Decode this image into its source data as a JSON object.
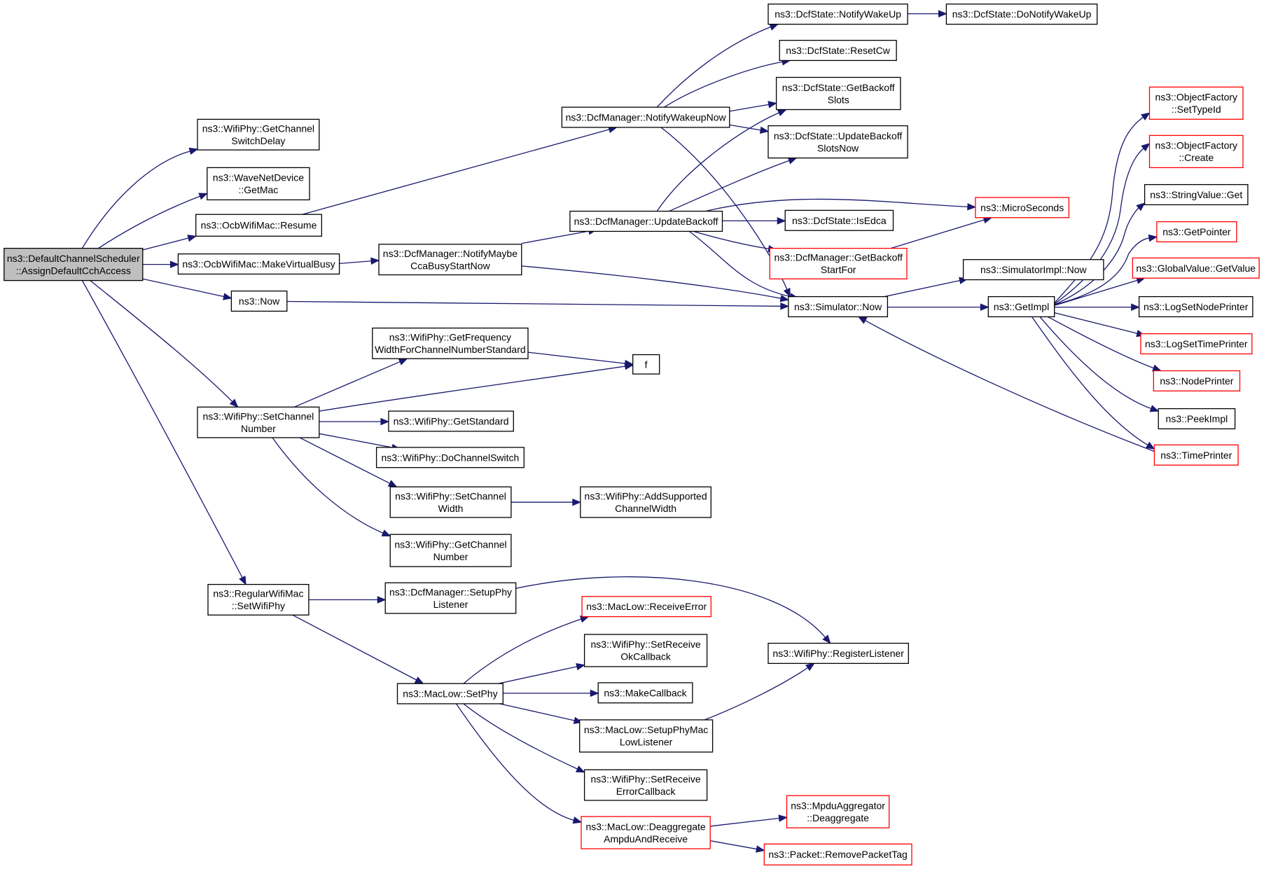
{
  "colors": {
    "edge": "#191970",
    "node_border": "#000000",
    "node_border_highlight": "#ff0000",
    "root_fill": "#bfbfbf",
    "background": "#ffffff"
  },
  "nodes": [
    {
      "id": "root",
      "lines": [
        "ns3::DefaultChannelScheduler",
        "::AssignDefaultCchAccess"
      ],
      "style": "root"
    },
    {
      "id": "getChannelSwitchDelay",
      "lines": [
        "ns3::WifiPhy::GetChannel",
        "SwitchDelay"
      ],
      "style": "normal"
    },
    {
      "id": "waveGetMac",
      "lines": [
        "ns3::WaveNetDevice",
        "::GetMac"
      ],
      "style": "normal"
    },
    {
      "id": "ocbResume",
      "lines": [
        "ns3::OcbWifiMac::Resume"
      ],
      "style": "normal"
    },
    {
      "id": "ocbMakeVirtualBusy",
      "lines": [
        "ns3::OcbWifiMac::MakeVirtualBusy"
      ],
      "style": "normal"
    },
    {
      "id": "now",
      "lines": [
        "ns3::Now"
      ],
      "style": "normal"
    },
    {
      "id": "setChannelNumber",
      "lines": [
        "ns3::WifiPhy::SetChannel",
        "Number"
      ],
      "style": "normal"
    },
    {
      "id": "setWifiPhy",
      "lines": [
        "ns3::RegularWifiMac",
        "::SetWifiPhy"
      ],
      "style": "normal"
    },
    {
      "id": "notifyWakeupNow",
      "lines": [
        "ns3::DcfManager::NotifyWakeupNow"
      ],
      "style": "normal"
    },
    {
      "id": "notifyMaybeCca",
      "lines": [
        "ns3::DcfManager::NotifyMaybe",
        "CcaBusyStartNow"
      ],
      "style": "normal"
    },
    {
      "id": "updateBackoff",
      "lines": [
        "ns3::DcfManager::UpdateBackoff"
      ],
      "style": "normal"
    },
    {
      "id": "getFreqWidth",
      "lines": [
        "ns3::WifiPhy::GetFrequency",
        "WidthForChannelNumberStandard"
      ],
      "style": "normal"
    },
    {
      "id": "f",
      "lines": [
        "f"
      ],
      "style": "normal"
    },
    {
      "id": "getStandard",
      "lines": [
        "ns3::WifiPhy::GetStandard"
      ],
      "style": "normal"
    },
    {
      "id": "doChannelSwitch",
      "lines": [
        "ns3::WifiPhy::DoChannelSwitch"
      ],
      "style": "normal"
    },
    {
      "id": "setChannelWidth",
      "lines": [
        "ns3::WifiPhy::SetChannel",
        "Width"
      ],
      "style": "normal"
    },
    {
      "id": "addSupportedChannelWidth",
      "lines": [
        "ns3::WifiPhy::AddSupported",
        "ChannelWidth"
      ],
      "style": "normal"
    },
    {
      "id": "getChannelNumber",
      "lines": [
        "ns3::WifiPhy::GetChannel",
        "Number"
      ],
      "style": "normal"
    },
    {
      "id": "setupPhyListener",
      "lines": [
        "ns3::DcfManager::SetupPhy",
        "Listener"
      ],
      "style": "normal"
    },
    {
      "id": "macLowSetPhy",
      "lines": [
        "ns3::MacLow::SetPhy"
      ],
      "style": "normal"
    },
    {
      "id": "receiveError",
      "lines": [
        "ns3::MacLow::ReceiveError"
      ],
      "style": "red"
    },
    {
      "id": "setReceiveOkCallback",
      "lines": [
        "ns3::WifiPhy::SetReceive",
        "OkCallback"
      ],
      "style": "normal"
    },
    {
      "id": "makeCallback",
      "lines": [
        "ns3::MakeCallback"
      ],
      "style": "normal"
    },
    {
      "id": "setupPhyMacLowListener",
      "lines": [
        "ns3::MacLow::SetupPhyMac",
        "LowListener"
      ],
      "style": "normal"
    },
    {
      "id": "setReceiveErrorCallback",
      "lines": [
        "ns3::WifiPhy::SetReceive",
        "ErrorCallback"
      ],
      "style": "normal"
    },
    {
      "id": "deaggregateAmpdu",
      "lines": [
        "ns3::MacLow::Deaggregate",
        "AmpduAndReceive"
      ],
      "style": "red"
    },
    {
      "id": "registerListener",
      "lines": [
        "ns3::WifiPhy::RegisterListener"
      ],
      "style": "normal"
    },
    {
      "id": "mpduDeaggregate",
      "lines": [
        "ns3::MpduAggregator",
        "::Deaggregate"
      ],
      "style": "red"
    },
    {
      "id": "removePacketTag",
      "lines": [
        "ns3::Packet::RemovePacketTag"
      ],
      "style": "red"
    },
    {
      "id": "notifyWakeUp",
      "lines": [
        "ns3::DcfState::NotifyWakeUp"
      ],
      "style": "normal"
    },
    {
      "id": "doNotifyWakeUp",
      "lines": [
        "ns3::DcfState::DoNotifyWakeUp"
      ],
      "style": "normal"
    },
    {
      "id": "resetCw",
      "lines": [
        "ns3::DcfState::ResetCw"
      ],
      "style": "normal"
    },
    {
      "id": "getBackoffSlots",
      "lines": [
        "ns3::DcfState::GetBackoff",
        "Slots"
      ],
      "style": "normal"
    },
    {
      "id": "updateBackoffSlotsNow",
      "lines": [
        "ns3::DcfState::UpdateBackoff",
        "SlotsNow"
      ],
      "style": "normal"
    },
    {
      "id": "microSeconds",
      "lines": [
        "ns3::MicroSeconds"
      ],
      "style": "red"
    },
    {
      "id": "isEdca",
      "lines": [
        "ns3::DcfState::IsEdca"
      ],
      "style": "normal"
    },
    {
      "id": "getBackoffStartFor",
      "lines": [
        "ns3::DcfManager::GetBackoff",
        "StartFor"
      ],
      "style": "red"
    },
    {
      "id": "simulatorImplNow",
      "lines": [
        "ns3::SimulatorImpl::Now"
      ],
      "style": "normal"
    },
    {
      "id": "simulatorNow",
      "lines": [
        "ns3::Simulator::Now"
      ],
      "style": "normal"
    },
    {
      "id": "getImpl",
      "lines": [
        "ns3::GetImpl"
      ],
      "style": "normal"
    },
    {
      "id": "setTypeId",
      "lines": [
        "ns3::ObjectFactory",
        "::SetTypeId"
      ],
      "style": "red"
    },
    {
      "id": "objFactoryCreate",
      "lines": [
        "ns3::ObjectFactory",
        "::Create"
      ],
      "style": "red"
    },
    {
      "id": "stringValueGet",
      "lines": [
        "ns3::StringValue::Get"
      ],
      "style": "normal"
    },
    {
      "id": "getPointer",
      "lines": [
        "ns3::GetPointer"
      ],
      "style": "red"
    },
    {
      "id": "globalValueGetValue",
      "lines": [
        "ns3::GlobalValue::GetValue"
      ],
      "style": "red"
    },
    {
      "id": "logSetNodePrinter",
      "lines": [
        "ns3::LogSetNodePrinter"
      ],
      "style": "normal"
    },
    {
      "id": "logSetTimePrinter",
      "lines": [
        "ns3::LogSetTimePrinter"
      ],
      "style": "red"
    },
    {
      "id": "nodePrinter",
      "lines": [
        "ns3::NodePrinter"
      ],
      "style": "red"
    },
    {
      "id": "peekImpl",
      "lines": [
        "ns3::PeekImpl"
      ],
      "style": "normal"
    },
    {
      "id": "timePrinter",
      "lines": [
        "ns3::TimePrinter"
      ],
      "style": "red"
    }
  ]
}
